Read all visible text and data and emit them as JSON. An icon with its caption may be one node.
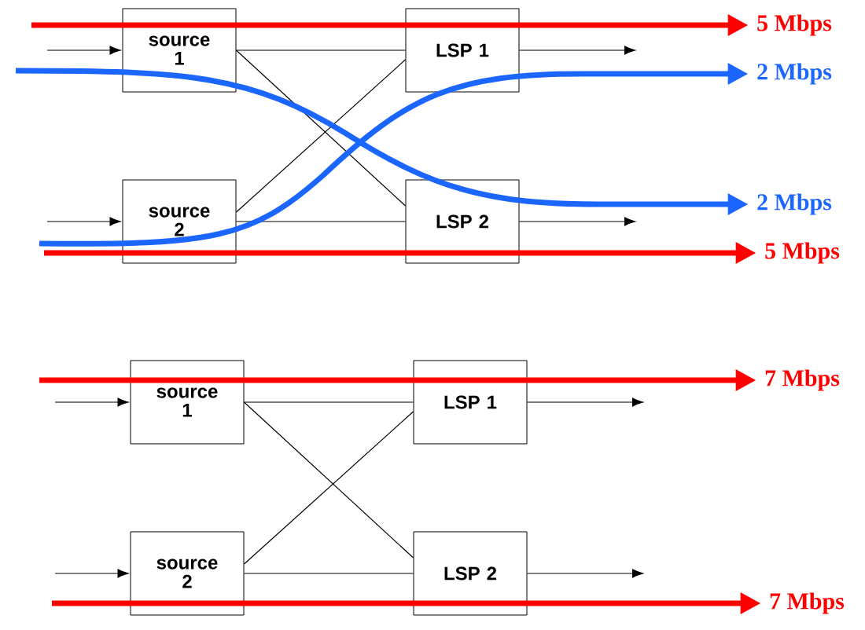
{
  "diagram": {
    "nodes": [
      {
        "text": [
          "source 1"
        ]
      },
      {
        "text": [
          "source 2"
        ]
      },
      {
        "text": [
          "LSP 1"
        ]
      },
      {
        "text": [
          "LSP 2"
        ]
      },
      {
        "text": [
          "5 Mbps"
        ]
      },
      {
        "text": [
          "2 Mbps"
        ]
      },
      {
        "text": [
          "2 Mbps"
        ]
      },
      {
        "text": [
          "5 Mbps"
        ]
      },
      {
        "text": [
          "source 1"
        ]
      },
      {
        "text": [
          "source 2"
        ]
      },
      {
        "text": [
          "LSP 1"
        ]
      },
      {
        "text": [
          "LSP 2"
        ]
      },
      {
        "text": [
          "7 Mbps"
        ]
      },
      {
        "text": [
          "7 Mbps"
        ]
      }
    ],
    "edges": [
      {
        "from": null,
        "to": 0,
        "arrow": "to"
      },
      {
        "from": null,
        "to": 1,
        "arrow": "to"
      },
      {
        "from": 0,
        "to": 2,
        "arrow": "none"
      },
      {
        "from": 0,
        "to": 3,
        "arrow": "none"
      },
      {
        "from": 1,
        "to": 2,
        "arrow": "none"
      },
      {
        "from": 1,
        "to": 3,
        "arrow": "none"
      },
      {
        "from": 2,
        "to": null,
        "arrow": "to"
      },
      {
        "from": 3,
        "to": null,
        "arrow": "to"
      },
      {
        "from": null,
        "to": 4,
        "arrow": "to",
        "style": "thick",
        "color": "#ff0000"
      },
      {
        "from": null,
        "to": 5,
        "arrow": "to",
        "style": "thick",
        "color": "#1a66ff"
      },
      {
        "from": null,
        "to": 6,
        "arrow": "to",
        "style": "thick",
        "color": "#1a66ff"
      },
      {
        "from": null,
        "to": 7,
        "arrow": "to",
        "style": "thick",
        "color": "#ff0000"
      },
      {
        "from": null,
        "to": 8,
        "arrow": "to"
      },
      {
        "from": null,
        "to": 9,
        "arrow": "to"
      },
      {
        "from": 8,
        "to": 10,
        "arrow": "none"
      },
      {
        "from": 8,
        "to": 11,
        "arrow": "none"
      },
      {
        "from": 9,
        "to": 10,
        "arrow": "none"
      },
      {
        "from": 9,
        "to": 11,
        "arrow": "none"
      },
      {
        "from": 10,
        "to": null,
        "arrow": "to"
      },
      {
        "from": 11,
        "to": null,
        "arrow": "to"
      },
      {
        "from": null,
        "to": 12,
        "arrow": "to",
        "style": "thick",
        "color": "#ff0000"
      },
      {
        "from": null,
        "to": 13,
        "arrow": "to",
        "style": "thick",
        "color": "#ff0000"
      }
    ]
  }
}
